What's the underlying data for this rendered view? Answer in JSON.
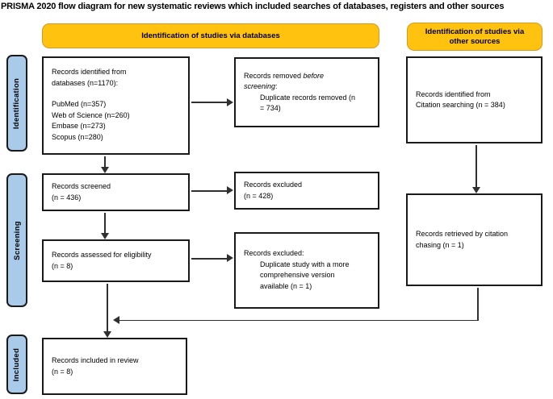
{
  "title": "PRISMA 2020 flow diagram for new systematic reviews which included searches of databases, registers and other sources",
  "colors": {
    "header_fill": "#FFC20E",
    "header_border": "#D29B27",
    "stage_fill": "#A9CBE9",
    "box_border": "#1A1A1A",
    "arrow": "#303030"
  },
  "headers": {
    "databases": "Identification of studies via databases",
    "other_sources": "Identification of studies via\nother sources"
  },
  "stages": [
    {
      "label": "Identification"
    },
    {
      "label": "Screening"
    },
    {
      "label": "Included"
    }
  ],
  "boxes": {
    "records_identified": {
      "intro": "Records identified from\ndatabases (n=1170):",
      "sources": [
        "PubMed (n=357)",
        "Web of Science (n=260)",
        "Embase (n=273)",
        "Scopus (n=280)"
      ]
    },
    "records_removed": {
      "prefix": "Records removed ",
      "italic_1": "before",
      "italic_2": "screening",
      "colon": ":",
      "detail": "Duplicate records removed (n\n= 734)"
    },
    "citation_identified": "Records identified from\nCitation searching (n = 384)",
    "records_screened": "Records screened\n(n = 436)",
    "records_excluded": "Records excluded\n(n = 428)",
    "records_assessed": "Records assessed for eligibility\n(n = 8)",
    "records_excluded_eligibility": {
      "heading": "Records excluded:",
      "detail": "Duplicate study with a more\ncomprehensive version\navailable (n = 1)"
    },
    "citation_retrieved": "Records retrieved by citation\nchasing (n = 1)",
    "records_included": "Records included in review\n(n = 8)"
  }
}
